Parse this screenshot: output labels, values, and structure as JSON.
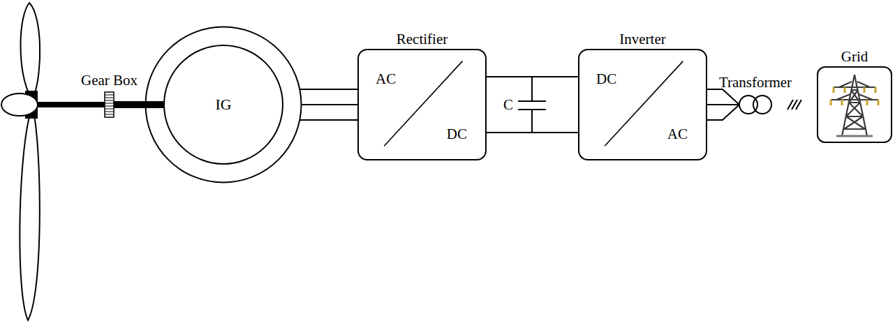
{
  "diagram": {
    "nodes": [
      {
        "text": [
          "IG"
        ]
      },
      {
        "text": [
          "Rectifier",
          "AC",
          "DC"
        ]
      },
      {
        "text": [
          "Inverter",
          "DC",
          "AC"
        ]
      },
      {
        "text": [
          "Transformer"
        ]
      },
      {
        "text": [
          "Grid"
        ]
      }
    ],
    "edges": [
      {
        "from": 0,
        "to": 1,
        "arrow": "none"
      },
      {
        "from": 1,
        "to": 2,
        "arrow": "none"
      },
      {
        "from": 2,
        "to": 3,
        "arrow": "none"
      },
      {
        "from": 3,
        "to": 4,
        "arrow": "none"
      }
    ],
    "labels": [
      "Gear Box",
      "C"
    ]
  }
}
